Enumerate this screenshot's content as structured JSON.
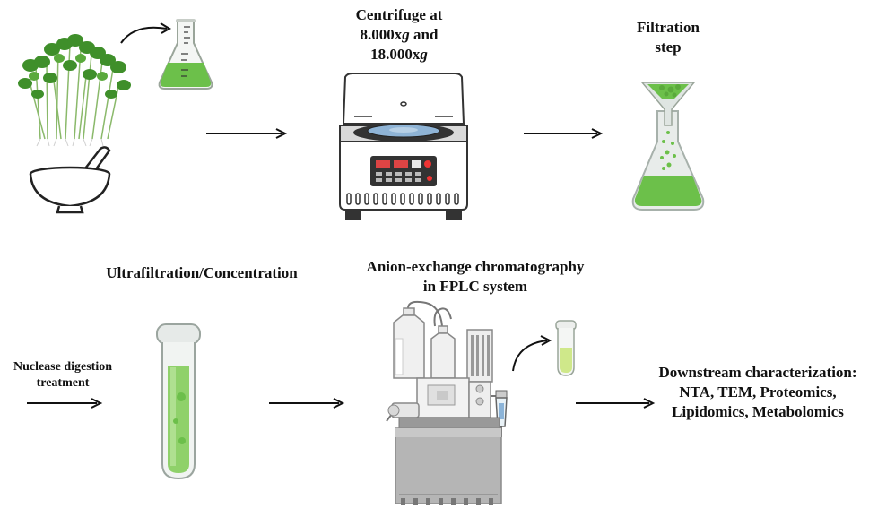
{
  "steps": {
    "centrifuge": {
      "line1": "Centrifuge at",
      "line2_pre": "8.000x",
      "line2_g": "g",
      "line2_post": " and",
      "line3_pre": "18.000x",
      "line3_g": "g"
    },
    "filtration": {
      "line1": "Filtration",
      "line2": "step"
    },
    "ultrafiltration": {
      "label": "Ultrafiltration/Concentration"
    },
    "nuclease": {
      "line1": "Nuclease digestion",
      "line2": "treatment"
    },
    "chromatography": {
      "line1": "Anion-exchange chromatography",
      "line2": "in FPLC system"
    },
    "downstream": {
      "line1": "Downstream characterization:",
      "line2": "NTA, TEM, Proteomics,",
      "line3": "Lipidomics, Metabolomics"
    }
  },
  "colors": {
    "green_liquid": "#6cc04a",
    "light_green": "#a9dc7c",
    "plant_green": "#3f8f2a",
    "arrow": "#111111",
    "tube_green": "#8fd16a",
    "lime_liquid": "#cfe88a"
  }
}
